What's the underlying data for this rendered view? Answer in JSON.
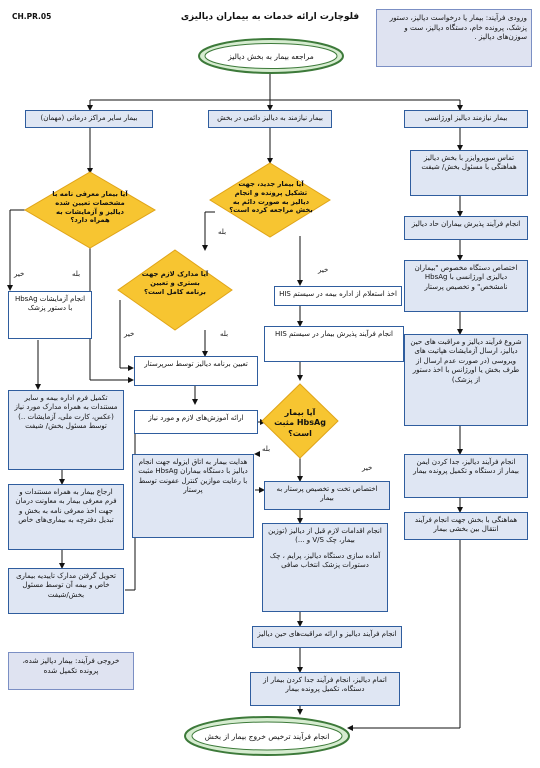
{
  "header": {
    "code": "CH.PR.05",
    "title": "فلوچارت ارائه خدمات به بیماران دیالیزی"
  },
  "input_note": "ورودی فرآیند: بیمار یا درخواست دیالیز، دستور پزشک، پرونده خام، دستگاه دیالیز، ست و سوزن‌های دیالیز .",
  "output_note": "خروجی فرآیند: بیمار دیالیز شده، پرونده تکمیل شده",
  "start": "مراجعه بیمار به بخش دیالیز",
  "branches": {
    "emergency": "بیمار نیازمند دیالیز اورژانسی",
    "chronic": "بیمار نیازمند به دیالیز دائمی در بخش",
    "other_center": "بیمار سایر مراکز درمانی (مهمان)"
  },
  "emergency_column": [
    "تماس سوپروایزر با بخش دیالیز هماهنگی با مسئول بخش/ شیفت",
    "انجام فرآیند پذیرش بیماران حاد دیالیز",
    "اختصاص دستگاه مخصوص \"بیماران دیالیزی اورژانسی با HbsAg نامشخص\" و تخصیص پرستار",
    "شروع فرآیند دیالیز و مراقبت های حین دیالیز، ارسال آزمایشات هپاتیت های ویروسی (در صورت عدم ارسال از طرف بخش یا اورژانس با اخذ دستور از پزشک)",
    "انجام فرآیند دیالیز، جدا کردن ایمن بیمار از دستگاه و تکمیل پرونده بیمار",
    "هماهنگی با بخش جهت انجام فرآیند انتقال بین بخشی بیمار"
  ],
  "decisions": {
    "guest_referral": "آیا بیمار معرفی نامه با مشخصات تعیین شده دیالیز و آزمایشات به همراه دارد؟",
    "new_patient": "آیا بیمار جدید، جهت تشکیل پرونده و انجام دیالیز به صورت دائم به بخش مراجعه کرده است؟",
    "documents": "آیا مدارک لازم جهت بستری و تعیین برنامه کامل است؟",
    "hbsag": "آیا بیمار HbsAg مثبت است؟"
  },
  "labels": {
    "yes": "بله",
    "no": "خیر"
  },
  "middle_boxes": {
    "his_inquiry": "اخذ استعلام از اداره بیمه در سیستم HIS",
    "his_admission": "انجام فرآیند پذیرش بیمار در سیستم HIS",
    "schedule": "تعیین برنامه دیالیز توسط سرپرستار",
    "training": "ارائه آموزش‌های لازم و مورد نیاز",
    "hbsag_positive": "هدایت بیمار به اتاق ایزوله جهت انجام دیالیز با دستگاه بیماران HbsAg مثبت با رعایت موازین کنترل عفونت توسط پرستار",
    "assign_bed": "اختصاص تخت و تخصیص پرستار به بیمار",
    "pre_dialysis_1": "انجام اقدامات لازم قبل از دیالیز (توزین بیمار، چک V/S و ...)",
    "pre_dialysis_2": "آماده سازی دستگاه دیالیز، پرایم ، چک دستورات پزشک انتخاب صافی",
    "during_dialysis": "انجام فرآیند دیالیز و ارائه مراقبت‌های حین دیالیز",
    "end_dialysis": "اتمام دیالیز، انجام فرآیند جدا کردن بیمار از دستگاه، تکمیل پرونده بیمار",
    "discharge": "انجام فرآیند ترخیص خروج بیمار از بخش"
  },
  "left_boxes": {
    "hbsag_test": "انجام آزمایشات HbsAg با دستور پزشک",
    "complete_form": "تکمیل فرم اداره بیمه و سایر مستندات به همراه مدارک مورد نیاز (عکس، کارت ملی، آزمایشات ..) توسط مسئول بخش/ شیفت",
    "refer_back": "ارجاع بیمار به همراه مستندات و فرم معرفی بیمار به معاونت درمان جهت اخذ معرفی نامه به بخش و تبدیل دفترچه به بیماری‌های خاص",
    "receive_docs": "تحویل گرفتن مدارک تاییدیه بیماری خاص و بیمه آن توسط مسئول بخش/شیفت"
  },
  "colors": {
    "box_border": "#2f5d9e",
    "box_fill_blue": "#dfe6f3",
    "diamond_fill": "#f7c531",
    "diamond_border": "#e0a418",
    "arrow": "#111111",
    "terminator_fill": "#d6ecd0",
    "terminator_border": "#3d7a3a"
  }
}
